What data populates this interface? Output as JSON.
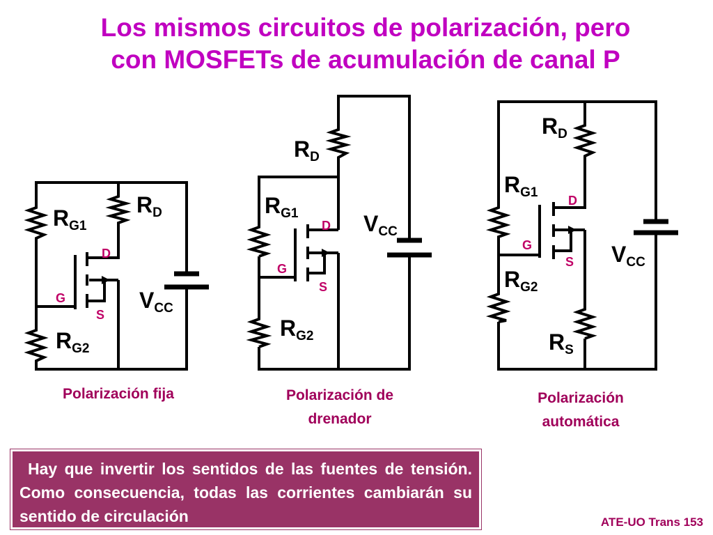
{
  "title": {
    "line1": "Los mismos circuitos de polarización, pero",
    "line2": "con MOSFETs de acumulación de canal P"
  },
  "labels": {
    "R": "R",
    "V": "V",
    "D": "D",
    "G1": "G1",
    "G2": "G2",
    "S": "S",
    "CC": "CC"
  },
  "pins": {
    "d": "D",
    "g": "G",
    "s": "S"
  },
  "circuits": [
    {
      "caption": [
        "Polarización fija"
      ]
    },
    {
      "caption": [
        "Polarización de",
        "drenador"
      ]
    },
    {
      "caption": [
        "Polarización",
        "automática"
      ]
    }
  ],
  "note": "Hay que invertir los sentidos de las fuentes de tensión. Como consecuencia, todas las corrientes cambiarán su sentido de circulación",
  "footer": "ATE-UO Trans 153",
  "colors": {
    "title": "#c000c0",
    "caption": "#a0005a",
    "pin_label": "#c00066",
    "note_background": "#993366",
    "note_text": "#ffffff"
  }
}
